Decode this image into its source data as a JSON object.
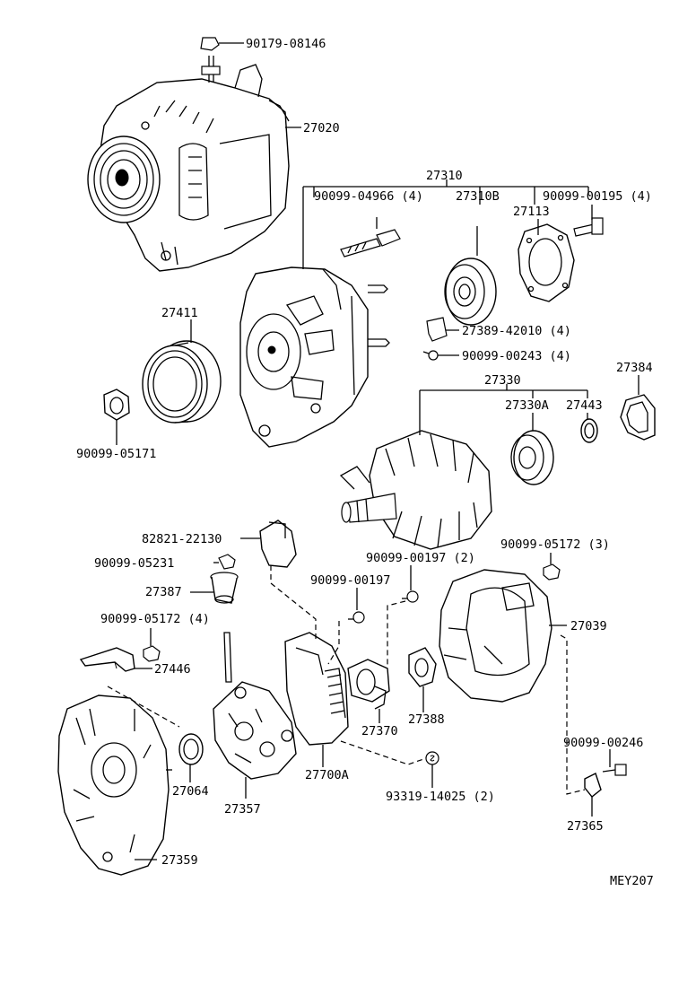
{
  "diagram": {
    "code": "MEY207",
    "labels": {
      "p90179_08146": "90179-08146",
      "p27020": "27020",
      "p27310": "27310",
      "p90099_04966": "90099-04966 (4)",
      "p27310B": "27310B",
      "p90099_00195": "90099-00195 (4)",
      "p27113": "27113",
      "p27411": "27411",
      "p27389_42010": "27389-42010 (4)",
      "p90099_00243": "90099-00243 (4)",
      "p27330": "27330",
      "p27384": "27384",
      "p27330A": "27330A",
      "p27443": "27443",
      "p90099_05171": "90099-05171",
      "p82821_22130": "82821-22130",
      "p90099_05231": "90099-05231",
      "p27387": "27387",
      "p90099_00197_2": "90099-00197 (2)",
      "p90099_00197": "90099-00197",
      "p90099_05172_3": "90099-05172 (3)",
      "p90099_05172_4": "90099-05172 (4)",
      "p27039": "27039",
      "p27446": "27446",
      "p27370": "27370",
      "p27388": "27388",
      "p90099_00246": "90099-00246",
      "p27064": "27064",
      "p27700A": "27700A",
      "p27357": "27357",
      "p93319_14025": "93319-14025 (2)",
      "p27365": "27365",
      "p27359": "27359"
    }
  }
}
